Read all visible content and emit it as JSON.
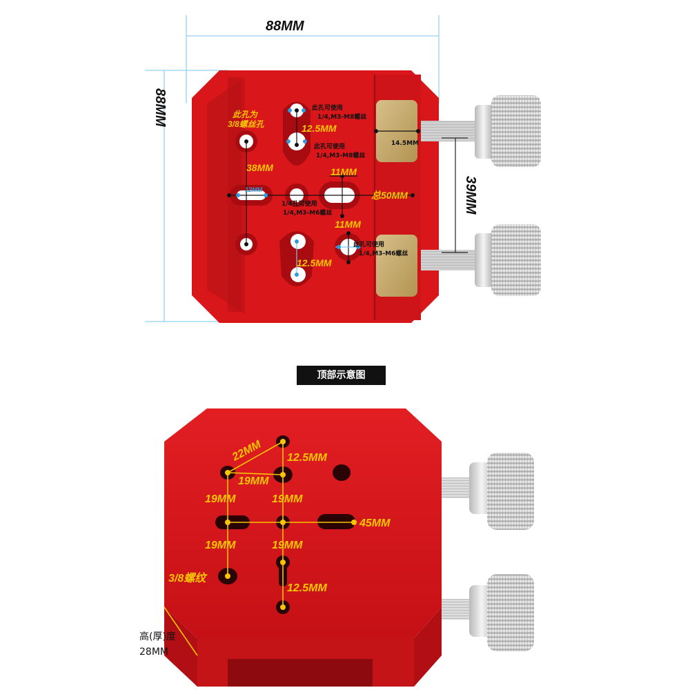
{
  "top_view": {
    "dim_width": "88MM",
    "dim_height": "88MM",
    "dim_clamp_gap": "39MM",
    "pad_width": "14.5MM",
    "labels": {
      "hole_38_a": "此孔为",
      "hole_38_b": "3/8螺丝孔",
      "dist_38": "38MM",
      "slot_12": "12MM",
      "slot_11a": "11MM",
      "slot_11b": "11MM",
      "total_50": "总50MM",
      "spacing_125_top": "12.5MM",
      "spacing_125_bottom": "12.5MM"
    },
    "notes": {
      "n1_a": "此孔可使用",
      "n1_b": "1/4,M3-M8螺丝",
      "n2_a": "此孔可使用",
      "n2_b": "1/4,M3-M8螺丝",
      "n3_a": "1/4孔可使用",
      "n3_b": "1/4,M3-M6螺丝",
      "n4_a": "此孔可使用",
      "n4_b": "1/4,M3-M6螺丝"
    }
  },
  "caption": "顶部示意图",
  "iso_view": {
    "labels": {
      "d22": "22MM",
      "d125a": "12.5MM",
      "d19a": "19MM",
      "d19b": "19MM",
      "d19c": "19MM",
      "d45": "45MM",
      "d19d": "19MM",
      "d19e": "19MM",
      "thread": "3/8螺纹",
      "d125b": "12.5MM"
    },
    "height_label": "高(厚)度",
    "height_value": "28MM"
  },
  "colors": {
    "body_red": "#d9161a",
    "dim_blue": "#7ac6f0",
    "label_yellow": "#f7c600",
    "brass": "#c7ab6a"
  }
}
